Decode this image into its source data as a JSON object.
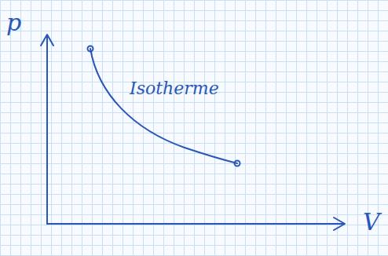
{
  "diagram": {
    "labels": [
      "p",
      "V",
      "Isotherme"
    ]
  }
}
